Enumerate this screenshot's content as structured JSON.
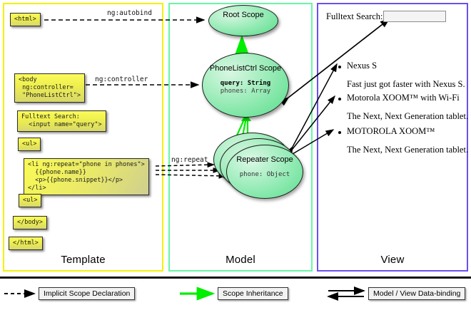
{
  "diagram": {
    "title": "AngularJS Template / Model / View scope diagram",
    "colors": {
      "template_border": "#f2f20a",
      "model_border": "#66f7a8",
      "view_border": "#6b4ff0",
      "code_box_fill": "#efef4f",
      "scope_fill": "#76e49f",
      "inheritance_arrow": "#00ee00",
      "declaration_arrow": "#000000",
      "databinding_arrow": "#000000"
    }
  },
  "panels": {
    "template": {
      "label": "Template",
      "code_boxes": [
        {
          "id": "cb-html",
          "text": "<html>"
        },
        {
          "id": "cb-body",
          "text": "<body\n ng:controller=\n \"PhoneListCtrl\">"
        },
        {
          "id": "cb-search",
          "text": "Fulltext Search:\n  <input name=\"query\">"
        },
        {
          "id": "cb-ul1",
          "text": "<ul>"
        },
        {
          "id": "cb-li",
          "text": "<li ng:repeat=\"phone in phones\">\n  {{phone.name}}\n  <p>{{phone.snippet}}</p>\n</li>"
        },
        {
          "id": "cb-ul2",
          "text": "<ul>"
        },
        {
          "id": "cb-bodyend",
          "text": "</body>"
        },
        {
          "id": "cb-htmlend",
          "text": "</html>"
        }
      ]
    },
    "model": {
      "label": "Model",
      "scopes": [
        {
          "id": "root",
          "title": "Root\nScope",
          "properties": []
        },
        {
          "id": "phonelistctrl",
          "title": "PhoneListCtrl\nScope",
          "properties": [
            {
              "text": "query: String",
              "emphasis": "bold"
            },
            {
              "text": "phones: Array",
              "emphasis": "normal"
            }
          ]
        },
        {
          "id": "repeater",
          "title": "Repeater\nScope",
          "properties": [
            {
              "text": "phone: Object",
              "emphasis": "normal"
            }
          ],
          "stacked_copies": 3
        }
      ]
    },
    "view": {
      "label": "View",
      "search_label": "Fulltext Search:",
      "search_value": "",
      "search_placeholder": "",
      "results": [
        {
          "name": "Nexus S",
          "snippet": "Fast just got faster with Nexus S."
        },
        {
          "name": "Motorola XOOM™  with Wi-Fi",
          "snippet": "The Next, Next Generation tablet."
        },
        {
          "name": "MOTOROLA XOOM™",
          "snippet": "The Next, Next Generation tablet."
        }
      ]
    }
  },
  "edge_labels": {
    "autobind": "ng:autobind",
    "controller": "ng:controller",
    "repeat": "ng:repeat"
  },
  "legend": {
    "items": [
      {
        "id": "lg-b1",
        "label": "Implicit Scope Declaration",
        "style": "dashed-black-arrow"
      },
      {
        "id": "lg-b2",
        "label": "Scope Inheritance",
        "style": "solid-green-arrow"
      },
      {
        "id": "lg-b3",
        "label": "Model / View Data-binding",
        "style": "double-black-arrow"
      }
    ]
  }
}
